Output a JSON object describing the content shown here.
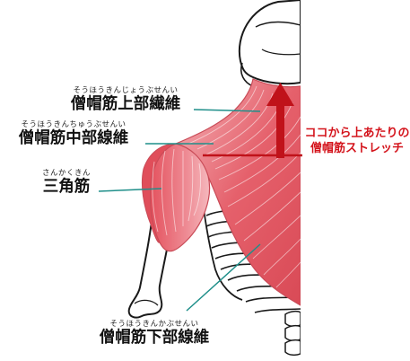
{
  "labels": {
    "upper": {
      "reading": "そうほうきんじょうぶせんい",
      "name": "僧帽筋上部繊維"
    },
    "middle": {
      "reading": "そうほうきんちゅうぶせんい",
      "name": "僧帽筋中部線維"
    },
    "deltoid": {
      "reading": "さんかくきん",
      "name": "三角筋"
    },
    "lower": {
      "reading": "そうほうきんかぶせんい",
      "name": "僧帽筋下部線維"
    }
  },
  "callout": {
    "line1": "ココから上あたりの",
    "line2": "僧帽筋ストレッチ"
  },
  "colors": {
    "muscle": "#e8636f",
    "muscle_light": "#f3a6ad",
    "leader": "#1f8f8a",
    "accent": "#c0121a",
    "bone_stroke": "#1a1a1a"
  }
}
